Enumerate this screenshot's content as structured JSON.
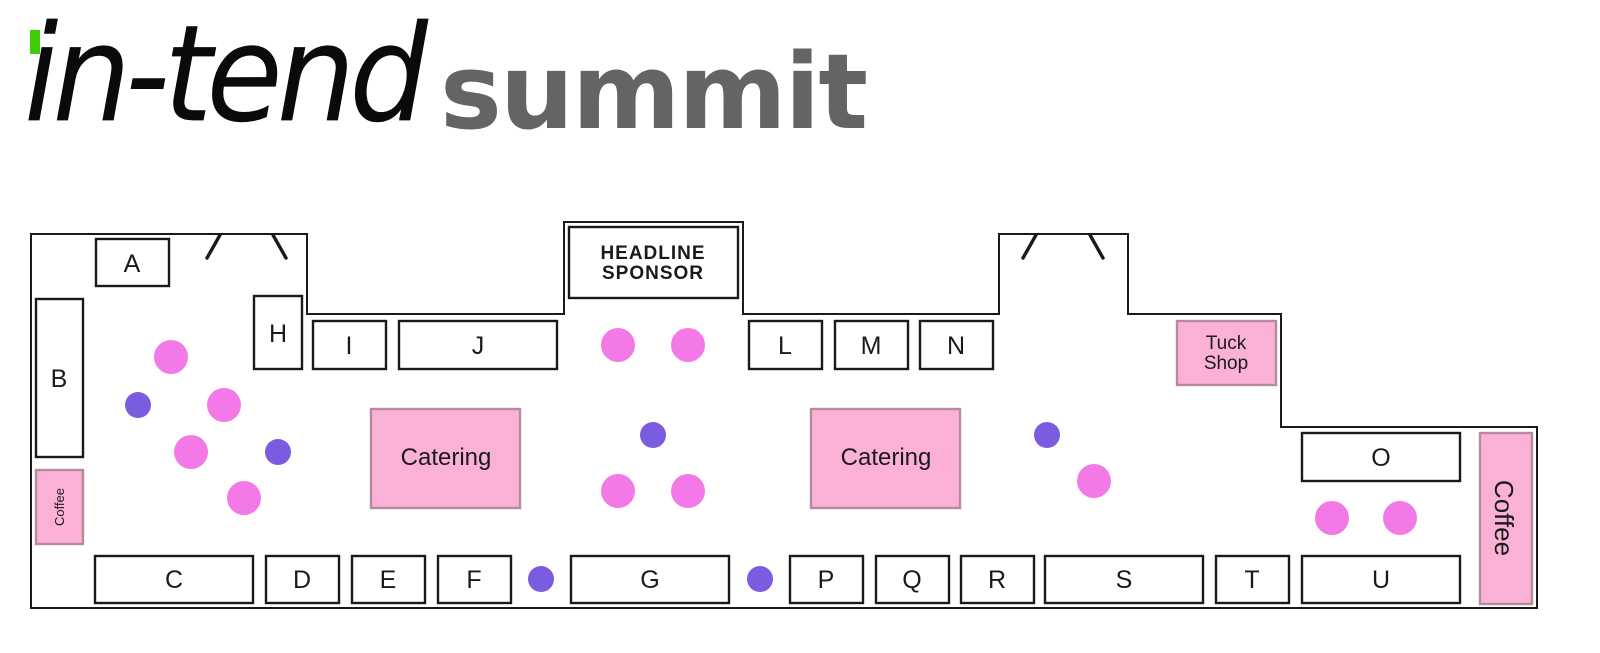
{
  "logo": {
    "brand": "in-tend",
    "event": "summit",
    "accent_color": "#3ccc0a",
    "brand_color": "#0a0a0a",
    "event_color": "#646464"
  },
  "booths": {
    "A": "A",
    "B": "B",
    "C": "C",
    "D": "D",
    "E": "E",
    "F": "F",
    "G": "G",
    "H": "H",
    "I": "I",
    "J": "J",
    "L": "L",
    "M": "M",
    "N": "N",
    "O": "O",
    "P": "P",
    "Q": "Q",
    "R": "R",
    "S": "S",
    "T": "T",
    "U": "U"
  },
  "headline": {
    "line1": "HEADLINE",
    "line2": "SPONSOR"
  },
  "catering": {
    "left": "Catering",
    "right": "Catering"
  },
  "tuck_shop": {
    "line1": "Tuck",
    "line2": "Shop"
  },
  "coffee": {
    "left": "Coffee",
    "right": "Coffee"
  },
  "colors": {
    "table_pink": "#f279e6",
    "table_purple": "#7b5ce0",
    "zone_fill": "#fbb1d6",
    "zone_stroke": "#b48a9c"
  }
}
